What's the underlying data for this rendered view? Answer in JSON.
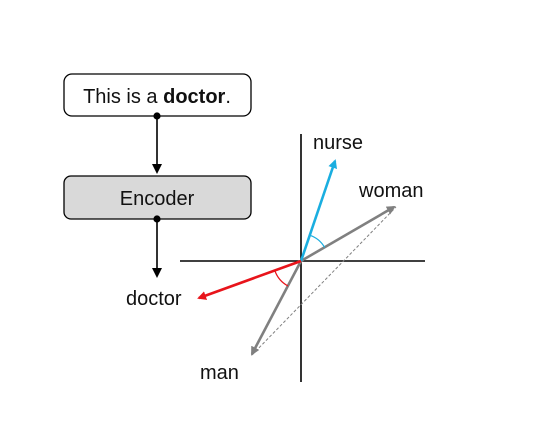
{
  "input_box": {
    "prefix": "This is a ",
    "bold_word": "doctor",
    "suffix": "."
  },
  "encoder_box": {
    "label": "Encoder"
  },
  "output_label": "doctor",
  "vector_labels": {
    "nurse": "nurse",
    "woman": "woman",
    "man": "man",
    "doctor": "doctor"
  },
  "colors": {
    "nurse_vector": "#1aaee0",
    "doctor_vector": "#e8141b",
    "gender_vectors": "#808080",
    "encoder_fill": "#d9d9d9",
    "axes": "#000000"
  }
}
